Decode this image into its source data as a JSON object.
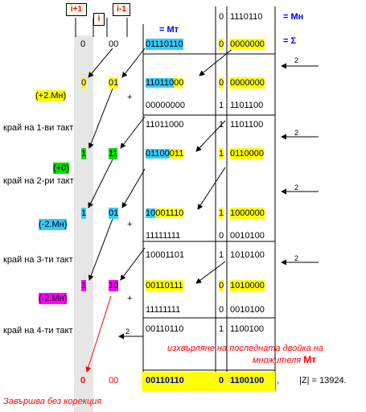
{
  "labels": {
    "i_plus_1": "i+1",
    "i": "i",
    "i_minus_1": "i-1",
    "mt_header": "= Mт",
    "mn_header": "= Mн",
    "sigma_header": "= Σ",
    "plus": "+",
    "two": "2",
    "abs_result": "|Z| = 13924.",
    "comma": ",",
    "finish_note": "Завършва без корекция",
    "note_line1": "изхвърляне на последната двойка на",
    "note_line2": "множителя",
    "note_mt": "Mт"
  },
  "init": {
    "bit_i1": "0",
    "bits_i": "00",
    "mt_value": "01110110",
    "mn_prefix": "0",
    "mn_value": "1110110",
    "sigma_sign": "0",
    "sigma_value": "0000000"
  },
  "steps": [
    {
      "bit_i1": "0",
      "bits_i": "01",
      "operation": "(+2.Mн)",
      "shifted_a": "110110",
      "shifted_b": "00",
      "sign1": "0",
      "val1": "0000000",
      "addend": "00000000",
      "sign2": "1",
      "val2": "1101100",
      "end_label": "край на 1-ви такт",
      "sum": "11011000",
      "sum_sign": "1",
      "sum_val": "1101100"
    },
    {
      "bit_i1": "1",
      "bits_i": "11",
      "operation": "(+0)",
      "shifted_a": "01100",
      "shifted_b": "011",
      "sign1": "1",
      "val1": "0110000",
      "end_label": "край на 2-ри такт"
    },
    {
      "bit_i1": "1",
      "bits_i": "01",
      "operation": "(-2.Mн)",
      "shifted_a": "10",
      "shifted_b": "001110",
      "sign1": "1",
      "val1": "1000000",
      "addend": "11111111",
      "sign2": "0",
      "val2": "0010100",
      "end_label": "край на 3-ти такт",
      "sum": "10001101",
      "sum_sign": "1",
      "sum_val": "1010100"
    },
    {
      "bit_i1": "1",
      "bits_i": "10",
      "operation": "(-2.Mн)",
      "shifted": "00110111",
      "sign1": "0",
      "val1": "1010000",
      "addend": "11111111",
      "sign2": "0",
      "val2": "0010100",
      "end_label": "край на 4-ти такт",
      "sum": "00110110",
      "sum_sign": "1",
      "sum_val": "1100100"
    }
  ],
  "final": {
    "bit_i1": "0",
    "bits_i": "00",
    "mt_value": "00110110",
    "sign": "0",
    "value": "1100100"
  },
  "colors": {
    "yellow": "#ffff00",
    "cyan": "#33ccff",
    "green": "#00dd00",
    "magenta": "#ff00ff",
    "red": "#ff0000",
    "blue": "#0000ff",
    "shade": "#e6e6e6"
  }
}
